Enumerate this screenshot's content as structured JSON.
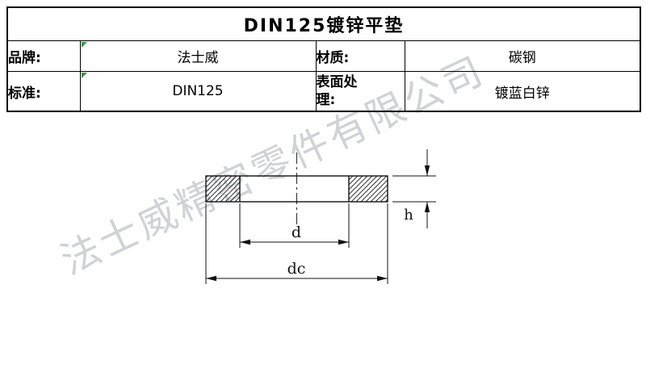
{
  "title": "DIN125镀锌平垫",
  "table": {
    "rows": [
      {
        "label1": "品牌:",
        "value1": "法士威",
        "label2": "材质:",
        "value2": "碳钢"
      },
      {
        "label1": "标准:",
        "value1": "DIN125",
        "label2": "表面处理:",
        "value2": "镀蓝白锌"
      }
    ]
  },
  "drawing": {
    "labels": {
      "inner_diameter": "d",
      "outer_diameter": "dc",
      "thickness": "h"
    }
  },
  "watermark": "法士威精密零件有限公司",
  "colors": {
    "cell_flag_green": "#2f9e3a",
    "line_black": "#111111",
    "watermark_gray": "#828a94"
  }
}
